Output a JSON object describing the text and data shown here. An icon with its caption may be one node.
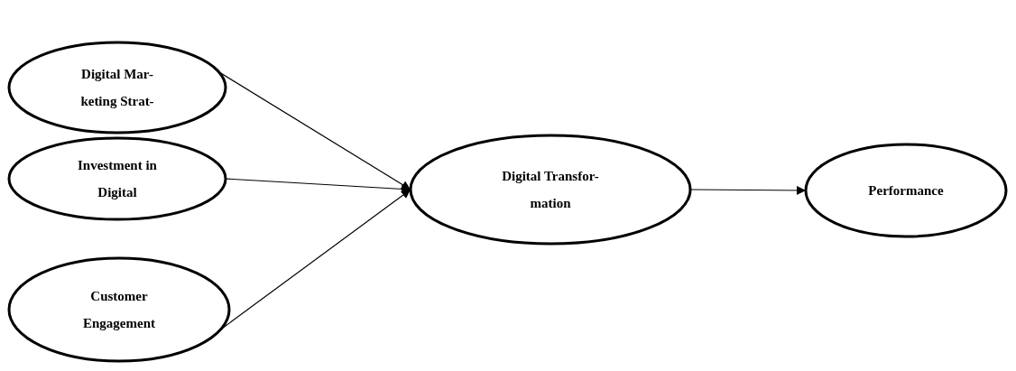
{
  "diagram": {
    "nodes": [
      {
        "text": [
          "Digital Mar- keting Strat-"
        ]
      },
      {
        "text": [
          "Investment in Digital"
        ]
      },
      {
        "text": [
          "Customer Engagement"
        ]
      },
      {
        "text": [
          "Digital Transfor- mation"
        ]
      },
      {
        "text": [
          "Performance"
        ]
      }
    ],
    "edges": [
      {
        "from": 0,
        "to": 3,
        "arrow": "to"
      },
      {
        "from": 1,
        "to": 3,
        "arrow": "to"
      },
      {
        "from": 2,
        "to": 3,
        "arrow": "to"
      },
      {
        "from": 3,
        "to": 4,
        "arrow": "to"
      }
    ]
  }
}
